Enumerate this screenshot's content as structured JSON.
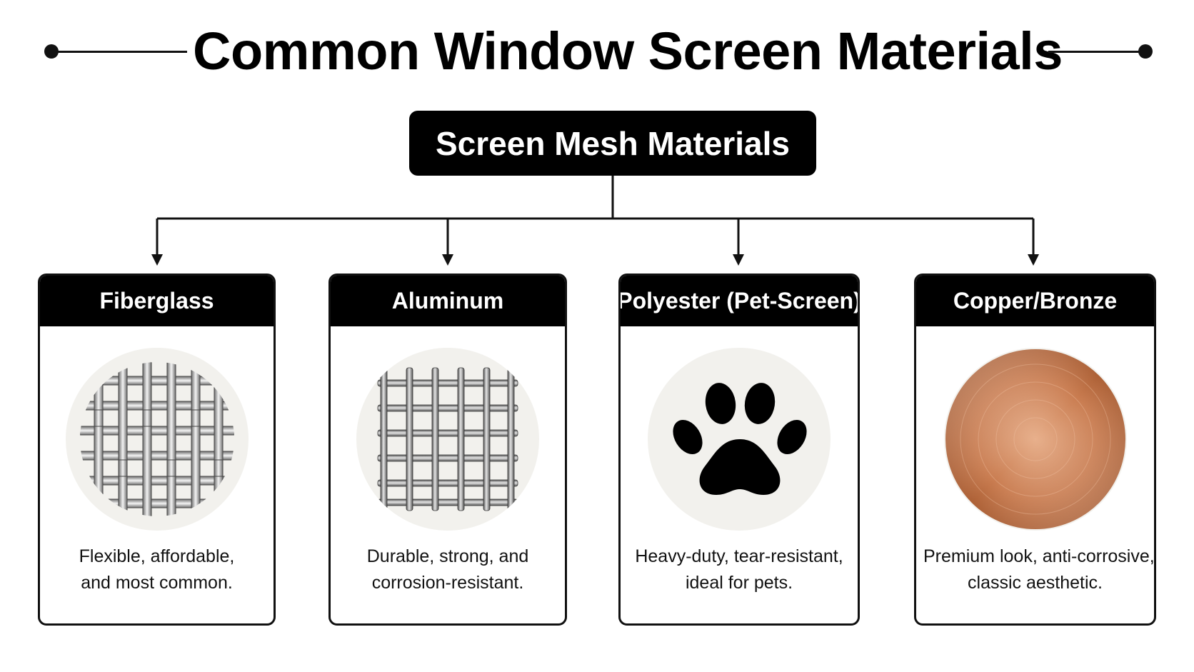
{
  "title": "Common Window Screen Materials",
  "root": {
    "label": "Screen Mesh Materials"
  },
  "materials": [
    {
      "name": "Fiberglass",
      "icon": "woven-mesh-icon",
      "desc_line1": "Flexible, affordable,",
      "desc_line2": "and most common."
    },
    {
      "name": "Aluminum",
      "icon": "metal-grid-icon",
      "desc_line1": "Durable, strong, and",
      "desc_line2": "corrosion-resistant."
    },
    {
      "name": "Polyester (Pet-Screen)",
      "icon": "paw-print-icon",
      "desc_line1": "Heavy-duty, tear-resistant,",
      "desc_line2": "ideal for pets."
    },
    {
      "name": "Copper/Bronze",
      "icon": "copper-disc-icon",
      "desc_line1": "Premium look, anti-corrosive,",
      "desc_line2": "classic aesthetic."
    }
  ],
  "colors": {
    "ink": "#000000",
    "copper_light": "#e0a07a",
    "copper_dark": "#a4582e",
    "mesh_silver": "#9a9a9a",
    "media_bg": "#f2f1ed"
  }
}
